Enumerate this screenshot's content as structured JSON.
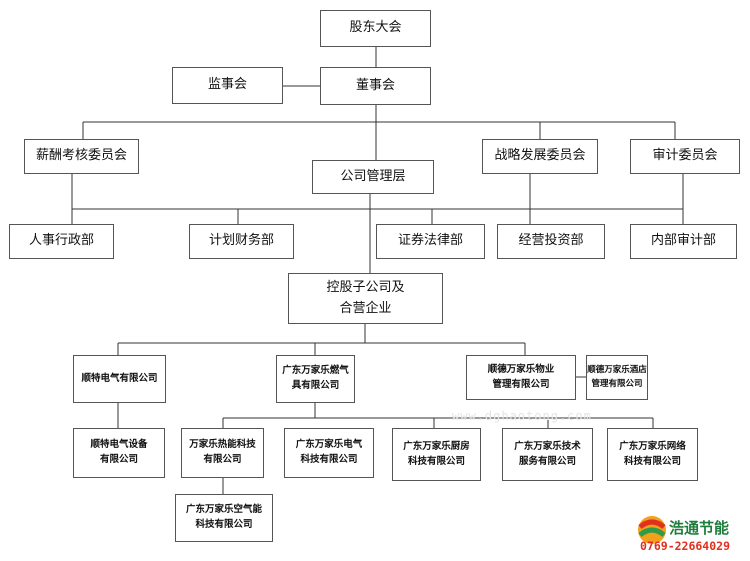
{
  "org_chart": {
    "shareholders": "股东大会",
    "supervisors": "监事会",
    "board": "董事会",
    "committees": {
      "compensation": "薪酬考核委员会",
      "strategy": "战略发展委员会",
      "audit": "审计委员会"
    },
    "management": "公司管理层",
    "departments": {
      "hr_admin": "人事行政部",
      "planning_finance": "计划财务部",
      "securities_legal": "证券法律部",
      "operations_investment": "经营投资部",
      "internal_audit": "内部审计部"
    },
    "holdings": {
      "line1": "控股子公司及",
      "line2": "合营企业"
    },
    "subsidiaries": {
      "shunte_electric": "顺特电气有限公司",
      "gas_appliance": {
        "line1": "广东万家乐燃气",
        "line2": "具有限公司"
      },
      "shunde_property": {
        "line1": "顺德万家乐物业",
        "line2": "管理有限公司"
      },
      "shunde_hotel": {
        "line1": "顺德万家乐酒店",
        "line2": "管理有限公司"
      }
    },
    "affiliates": {
      "shunte_equipment": {
        "line1": "顺特电气设备",
        "line2": "有限公司"
      },
      "thermal_energy": {
        "line1": "万家乐热能科技",
        "line2": "有限公司"
      },
      "electric_tech": {
        "line1": "广东万家乐电气",
        "line2": "科技有限公司"
      },
      "kitchen_tech": {
        "line1": "广东万家乐厨房",
        "line2": "科技有限公司"
      },
      "tech_service": {
        "line1": "广东万家乐技术",
        "line2": "服务有限公司"
      },
      "network_tech": {
        "line1": "广东万家乐网络",
        "line2": "科技有限公司"
      },
      "air_energy": {
        "line1": "广东万家乐空气能",
        "line2": "科技有限公司"
      }
    }
  },
  "watermark": "www.dghaotong.com",
  "brand": {
    "name": "浩通节能",
    "phone": "0769-22664029"
  }
}
